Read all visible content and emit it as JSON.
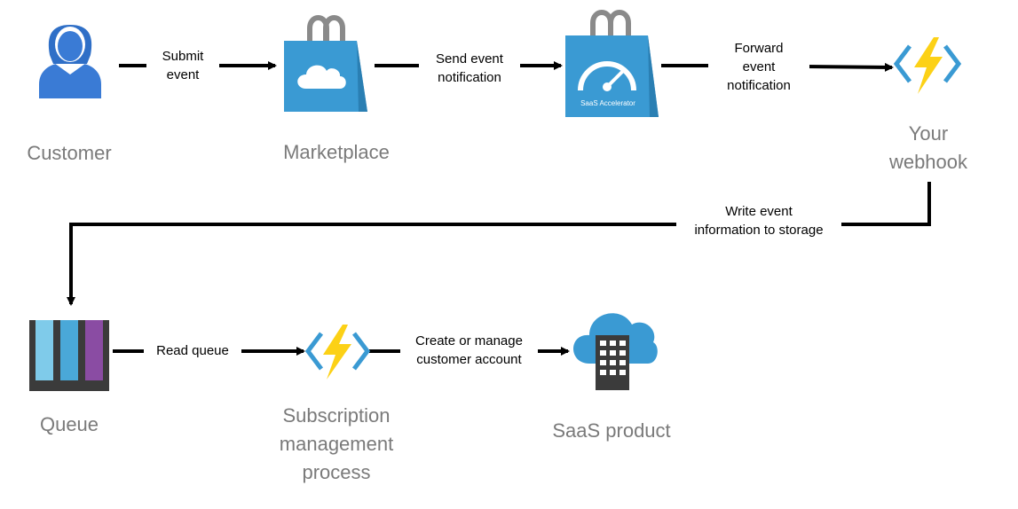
{
  "nodes": {
    "customer": {
      "label": "Customer"
    },
    "marketplace": {
      "label": "Marketplace"
    },
    "accelerator": {
      "icon_text": "SaaS Accelerator"
    },
    "webhook": {
      "label": "Your\nwebhook"
    },
    "queue": {
      "label": "Queue"
    },
    "subscription": {
      "label": "Subscription\nmanagement\nprocess"
    },
    "saas_product": {
      "label": "SaaS product"
    }
  },
  "edges": {
    "submit": {
      "label": "Submit\nevent"
    },
    "send": {
      "label": "Send event\nnotification"
    },
    "forward": {
      "label": "Forward\nevent\nnotification"
    },
    "write": {
      "label": "Write event\ninformation to storage"
    },
    "read": {
      "label": "Read queue"
    },
    "create": {
      "label": "Create or manage\ncustomer account"
    }
  },
  "colors": {
    "azure_blue": "#3a9ad3",
    "bag_handle": "#8a8a8a",
    "lightning": "#fcd116",
    "queue_frame": "#3b3b3b",
    "queue_light_blue": "#7fcbea",
    "queue_purple": "#8a4ca3",
    "label_gray": "#7a7a7a"
  },
  "icons": [
    "person-icon",
    "shopping-bag-icon",
    "gauge-icon",
    "azure-function-icon",
    "queue-icon",
    "cloud-building-icon"
  ]
}
